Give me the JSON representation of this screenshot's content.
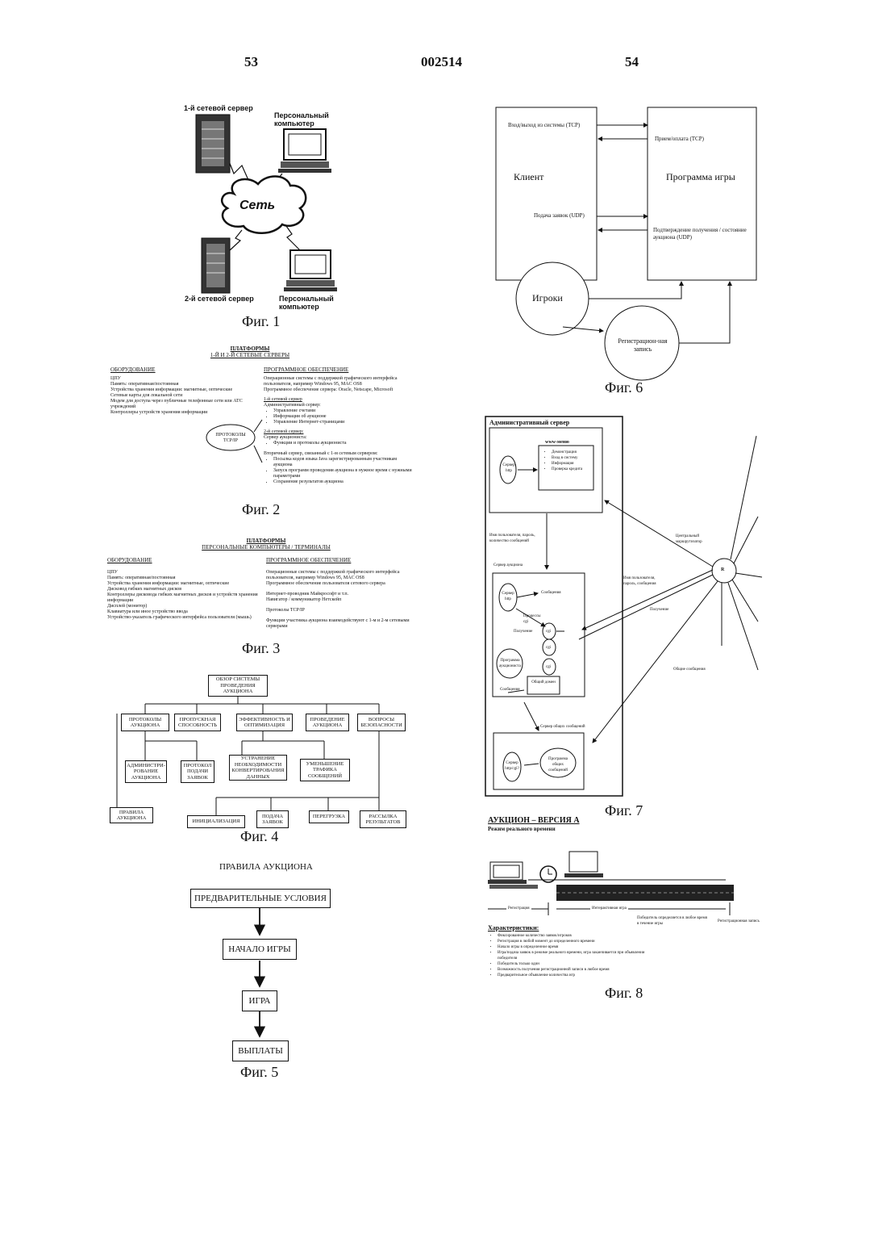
{
  "header": {
    "left_page": "53",
    "doc_number": "002514",
    "right_page": "54"
  },
  "fig1": {
    "caption": "Фиг. 1",
    "server1": "1-й сетевой сервер",
    "pc1": "Персональный компьютер",
    "network": "Сеть",
    "server2": "2-й сетевой сервер",
    "pc2": "Персональный компьютер"
  },
  "fig2": {
    "caption": "Фиг. 2",
    "title": "ПЛАТФОРМЫ",
    "subtitle": "1-Й И 2-Й СЕТЕВЫЕ СЕРВЕРЫ",
    "hw_heading": "ОБОРУДОВАНИЕ",
    "sw_heading": "ПРОГРАММНОЕ ОБЕСПЕЧЕНИЕ",
    "hw_lines": [
      "ЦПУ",
      "Память: оперативная/постоянная",
      "Устройства хранения информации: магнитные, оптические",
      "Сетевые карты для локальной сети",
      "Модем для доступа через публичные телефонные сети или АТС учреждений",
      "Контроллеры устройств хранения информации"
    ],
    "sw_lines": [
      "Операционные системы с поддержкой графического интерфейса пользователя, например Windows 95, MAC OS8",
      "Программное обеспечение сервера: Oracle, Netscape, Microsoft"
    ],
    "server1_heading": "1-й сетевой сервер",
    "server1_sub": "Административный сервер:",
    "server1_items": [
      "Управление счетами",
      "Информация об аукционе",
      "Управление Интернет-страницами"
    ],
    "server2_heading": "2-й сетевой сервер:",
    "server2_sub": "Сервер аукциониста:",
    "server2_items": [
      "Функции и протоколы аукциониста"
    ],
    "secondary": "Вторичный сервер, связанный с 1-м сетевым сервером:",
    "secondary_items": [
      "Посылка кодов языка Java зарегистрированным участникам аукциона",
      "Запуск программ проведения аукциона в нужное время с нужными параметрами",
      "Сохранение результатов аукциона"
    ],
    "protocols": "ПРОТОКОЛЫ TCP/IP"
  },
  "fig3": {
    "caption": "Фиг. 3",
    "title": "ПЛАТФОРМЫ",
    "subtitle": "ПЕРСОНАЛЬНЫЕ КОМПЬЮТЕРЫ / ТЕРМИНАЛЫ",
    "hw_heading": "ОБОРУДОВАНИЕ",
    "sw_heading": "ПРОГРАММНОЕ ОБЕСПЕЧЕНИЕ",
    "hw_lines": [
      "ЦПУ",
      "Память: оперативная/постоянная",
      "Устройства хранения информации: магнитные, оптические",
      "Дисковод гибких магнитных дисков",
      "Контроллеры дисковода гибких магнитных дисков и устройств хранения информации",
      "Дисплей (монитор)",
      "Клавиатура или иное устройство ввода",
      "Устройство-указатель графического интерфейса пользователя (мышь)"
    ],
    "sw_lines": [
      "Операционные системы с поддержкой графического интерфейса пользователя, например Windows 95, MAC OS8",
      "Программное обеспечение пользователя сетевого сервера",
      "Интернет-проводник Майкрософт и т.п.",
      "Навигатор / коммуникатор Нетскейп",
      "Протоколы TCP/IP",
      "Функции участника аукциона взаимодействуют с 1-м и 2-м сетевыми серверами"
    ]
  },
  "fig4": {
    "caption": "Фиг. 4",
    "root": "ОБЗОР СИСТЕМЫ ПРОВЕДЕНИЯ АУКЦИОНА",
    "level1": [
      "ПРОТОКОЛЫ АУКЦИОНА",
      "ПРОПУСКНАЯ СПОСОБНОСТЬ",
      "ЭФФЕКТИВНОСТЬ И ОПТИМИЗАЦИЯ",
      "ПРОВЕДЕНИЕ АУКЦИОНА",
      "ВОПРОСЫ БЕЗОПАСНОСТИ"
    ],
    "level2": [
      "АДМИНИСТРИ-РОВАНИЕ АУКЦИОНА",
      "ПРОТОКОЛ ПОДАЧИ ЗАЯВОК",
      "УСТРАНЕНИЕ НЕОБХОДИМОСТИ КОНВЕРТИРОВАНИЯ ДАННЫХ",
      "УМЕНЬШЕНИЕ ТРАФИКА СООБЩЕНИЙ"
    ],
    "rules": "ПРАВИЛА АУКЦИОНА",
    "level3": [
      "ИНИЦИАЛИЗАЦИЯ",
      "ПОДАЧА ЗАЯВОК",
      "ПЕРЕГРУЗКА",
      "РАССЫЛКА РЕЗУЛЬТАТОВ"
    ]
  },
  "fig5": {
    "caption": "Фиг. 5",
    "title": "ПРАВИЛА АУКЦИОНА",
    "steps": [
      "ПРЕДВАРИТЕЛЬНЫЕ УСЛОВИЯ",
      "НАЧАЛО ИГРЫ",
      "ИГРА",
      "ВЫПЛАТЫ"
    ]
  },
  "fig6": {
    "caption": "Фиг. 6",
    "client": "Клиент",
    "game": "Программа игры",
    "login": "Вход/выход из системы (TCP)",
    "payment": "Прием/оплата (TCP)",
    "bids": "Подача заявок (UDP)",
    "confirm": "Подтверждение получения / состояние аукциона (UDP)",
    "players": "Игроки",
    "record": "Регистрацион-ная запись"
  },
  "fig7": {
    "caption": "Фиг. 7",
    "admin_server": "Административный сервер",
    "www_menu": "www-меню",
    "menu_items": [
      "Демонстрация",
      "Вход в систему",
      "Информация",
      "Проверка кредита"
    ],
    "http_server": "Сервер http",
    "user_info": "Имя пользователя, пароль, количество сообщений",
    "auction_server": "Сервер аукциона",
    "messages": "Сообщения",
    "processes": "Процессы cgi",
    "receive": "Получение",
    "cgi": "cgi",
    "auctioneer_prog": "Программа аукциониста",
    "shared_domain": "Общий домен",
    "mail_server": "Сервер общих сообщений",
    "mail_server_box": "Сервер http/cgi?",
    "mail_prog": "Программа общих сообщений",
    "router": "Центральный маршрутизатор",
    "router_label": "R",
    "user_pass_msg": "Имя пользователя, пароль, сообщения",
    "receiving": "Получение",
    "common_msgs": "Общие сообщения"
  },
  "fig8": {
    "caption": "Фиг. 8",
    "title": "АУКЦИОН – ВЕРСИЯ А",
    "subtitle": "Режим реального времени",
    "registration": "Регистрация",
    "interactive": "Интерактивная игра",
    "winner": "Победитель определяется в любое время в течение игры",
    "reg_record": "Регистрационная запись",
    "features_heading": "Характеристики:",
    "features": [
      "Фиксированное количество заявок/игроков",
      "Регистрация в любой момент до определенного времени",
      "Начало игры в определенное время",
      "Игра/подача заявок в режиме реального времени, игра заканчивается при объявлении победителя",
      "Победитель только один",
      "Возможность получения регистрационной записи в любое время",
      "Предварительное объявление количества игр"
    ]
  }
}
